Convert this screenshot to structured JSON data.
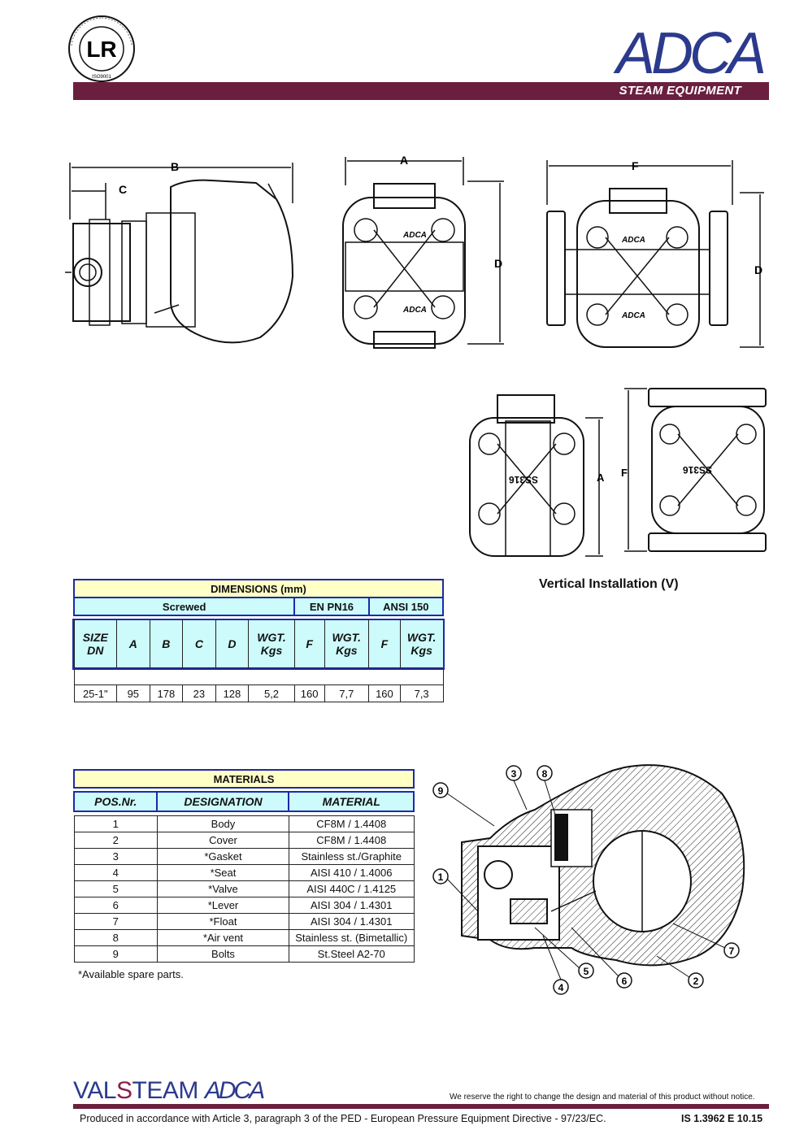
{
  "header": {
    "brand": "ADCA",
    "tagline": "STEAM EQUIPMENT",
    "cert_ring_text": "LLOYD'S REGISTER QUALITY ASSURANCE · ISO9001",
    "cert_letters": "LR"
  },
  "drawings": {
    "dim_labels": {
      "a": "A",
      "b": "B",
      "c": "C",
      "d": "D",
      "f": "F"
    },
    "body_cast_marks": {
      "logo": "ADCA",
      "material": "SS316"
    },
    "balloon_numbers": [
      "1",
      "2",
      "3",
      "4",
      "5",
      "6",
      "7",
      "8",
      "9"
    ]
  },
  "vertical_installation_title": "Vertical Installation (V)",
  "dimensions_table": {
    "title": "DIMENSIONS (mm)",
    "groups": [
      "Screwed",
      "EN PN16",
      "ANSI 150"
    ],
    "columns": [
      "SIZE DN",
      "A",
      "B",
      "C",
      "D",
      "WGT. Kgs",
      "F",
      "WGT. Kgs",
      "F",
      "WGT. Kgs"
    ],
    "rows": [
      [
        "25-1\"",
        "95",
        "178",
        "23",
        "128",
        "5,2",
        "160",
        "7,7",
        "160",
        "7,3"
      ]
    ]
  },
  "materials_table": {
    "title": "MATERIALS",
    "columns": [
      "POS.Nr.",
      "DESIGNATION",
      "MATERIAL"
    ],
    "rows": [
      [
        "1",
        "Body",
        "CF8M / 1.4408"
      ],
      [
        "2",
        "Cover",
        "CF8M / 1.4408"
      ],
      [
        "3",
        "*Gasket",
        "Stainless st./Graphite"
      ],
      [
        "4",
        "*Seat",
        "AISI 410 / 1.4006"
      ],
      [
        "5",
        "*Valve",
        "AISI 440C / 1.4125"
      ],
      [
        "6",
        "*Lever",
        "AISI 304 / 1.4301"
      ],
      [
        "7",
        "*Float",
        "AISI 304 / 1.4301"
      ],
      [
        "8",
        "*Air vent",
        "Stainless st. (Bimetallic)"
      ],
      [
        "9",
        "Bolts",
        "St.Steel A2-70"
      ]
    ],
    "note": "*Available spare parts."
  },
  "footer": {
    "company_a": "VAL",
    "company_b": "S",
    "company_c": "TEAM",
    "company_brand": "ADCA",
    "reserve_note": "We reserve the right to change the design and material of this product without notice.",
    "ped_note": "Produced in accordance with Article 3, paragraph 3 of the PED - European Pressure Equipment Directive - 97/23/EC.",
    "doc_ref": "IS 1.3962 E 10.15"
  },
  "colors": {
    "brand_blue": "#2b3a8c",
    "band": "#6b1f3e",
    "table_border": "#1c2ba8",
    "title_fill": "#ffffc6",
    "head_fill": "#cdfafa"
  }
}
